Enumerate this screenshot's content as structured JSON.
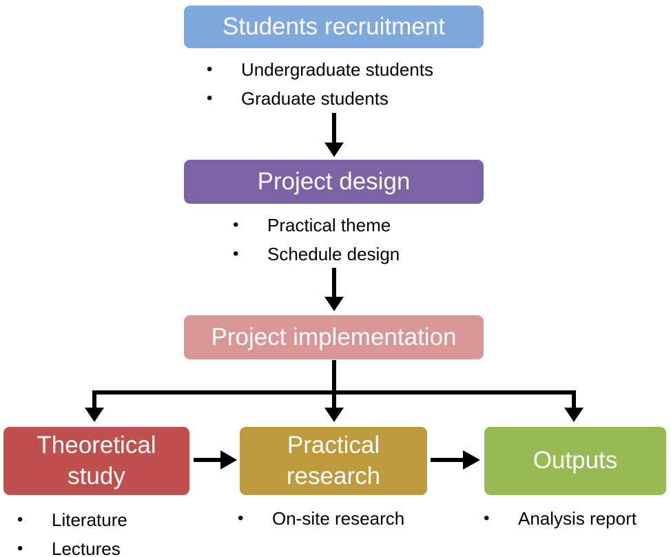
{
  "bullet_char": "•",
  "arrow_color": "#000000",
  "nodes": {
    "recruitment": {
      "label": "Students recruitment",
      "color": "#7fa8dc",
      "bullets": [
        "Undergraduate students",
        "Graduate students"
      ]
    },
    "design": {
      "label": "Project design",
      "color": "#7d62a6",
      "bullets": [
        "Practical theme",
        "Schedule design"
      ]
    },
    "implementation": {
      "label": "Project implementation",
      "color": "#da9694"
    },
    "theoretical": {
      "label": "Theoretical study",
      "color": "#c0504d",
      "bullets": [
        "Literature",
        "Lectures"
      ]
    },
    "practical": {
      "label": "Practical research",
      "color": "#bd9a3c",
      "bullets": [
        "On-site research"
      ]
    },
    "outputs": {
      "label": "Outputs",
      "color": "#97ba54",
      "bullets": [
        "Analysis report"
      ]
    }
  }
}
